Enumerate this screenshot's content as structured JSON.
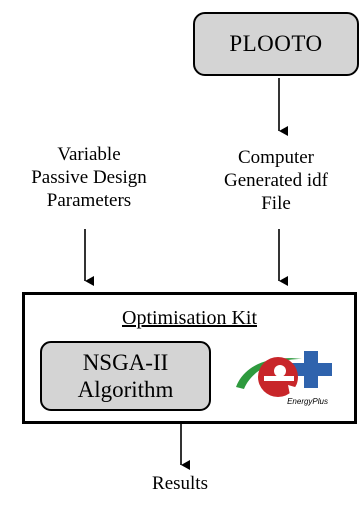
{
  "nodes": {
    "plooto": "PLOOTO",
    "variable_params": [
      "Variable",
      "Passive Design",
      "Parameters"
    ],
    "idf_file": [
      "Computer",
      "Generated idf",
      "File"
    ],
    "kit_title": "Optimisation Kit",
    "nsga": [
      "NSGA-II",
      "Algorithm"
    ],
    "energyplus_logo_text": "EnergyPlus",
    "results": "Results"
  },
  "colors": {
    "box_fill": "#d4d4d4",
    "logo_red": "#c8262a",
    "logo_green": "#2e9a3e",
    "logo_blue": "#2f63ad"
  }
}
